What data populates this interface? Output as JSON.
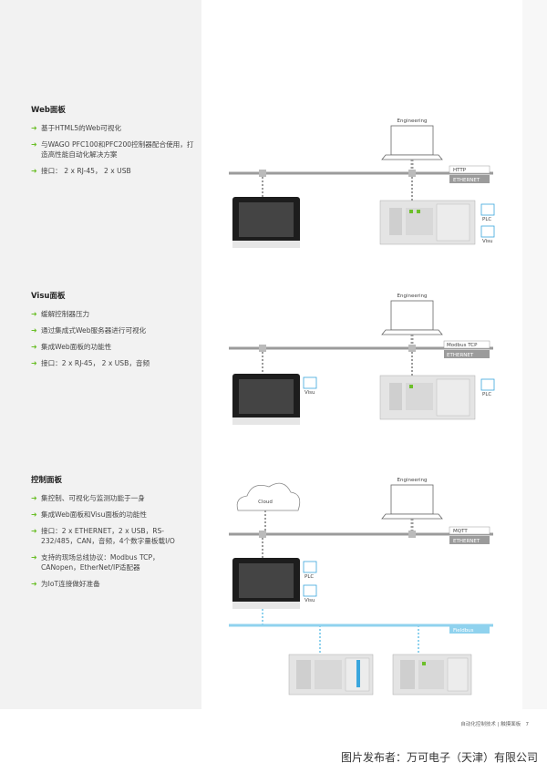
{
  "sections": [
    {
      "title": "Web面板",
      "bullets": [
        "基于HTML5的Web可视化",
        "与WAGO PFC100和PFC200控制器配合使用，打造高性能自动化解决方案",
        "接口： 2 x RJ-45， 2 x USB"
      ]
    },
    {
      "title": "Visu面板",
      "bullets": [
        "缓解控制器压力",
        "通过集成式Web服务器进行可视化",
        "集成Web面板的功能性",
        "接口：2 x RJ-45， 2 x USB，音频"
      ]
    },
    {
      "title": "控制面板",
      "bullets": [
        "集控制、可视化与监测功能于一身",
        "集成Web面板和Visu面板的功能性",
        "接口：2 x ETHERNET，2 x USB，RS-232/485，CAN，音频，4个数字量板载I/O",
        "支持的现场总线协议：Modbus TCP，CANopen，EtherNet/IP适配器",
        "为IoT连接做好准备"
      ]
    }
  ],
  "diagrams": {
    "d1": {
      "engineering": "Engineering",
      "protocol": "HTTP",
      "network": "ETHERNET",
      "icon1": "PLC",
      "icon2": "Visu"
    },
    "d2": {
      "engineering": "Engineering",
      "protocol": "Modbus TCP",
      "network": "ETHERNET",
      "icon1": "Visu",
      "icon2": "PLC"
    },
    "d3": {
      "engineering": "Engineering",
      "cloud": "Cloud",
      "protocol": "MQTT",
      "network": "ETHERNET",
      "icon1": "PLC",
      "icon2": "Visu",
      "fieldbus": "Fieldbus"
    }
  },
  "footer": {
    "text": "自动化控制技术 | 触摸面板",
    "page": "7"
  },
  "credit": "图片发布者：万可电子（天津）有限公司",
  "colors": {
    "accent": "#6cbf2a",
    "bus": "#9b9b9b",
    "fieldbus": "#8fd2ee"
  }
}
